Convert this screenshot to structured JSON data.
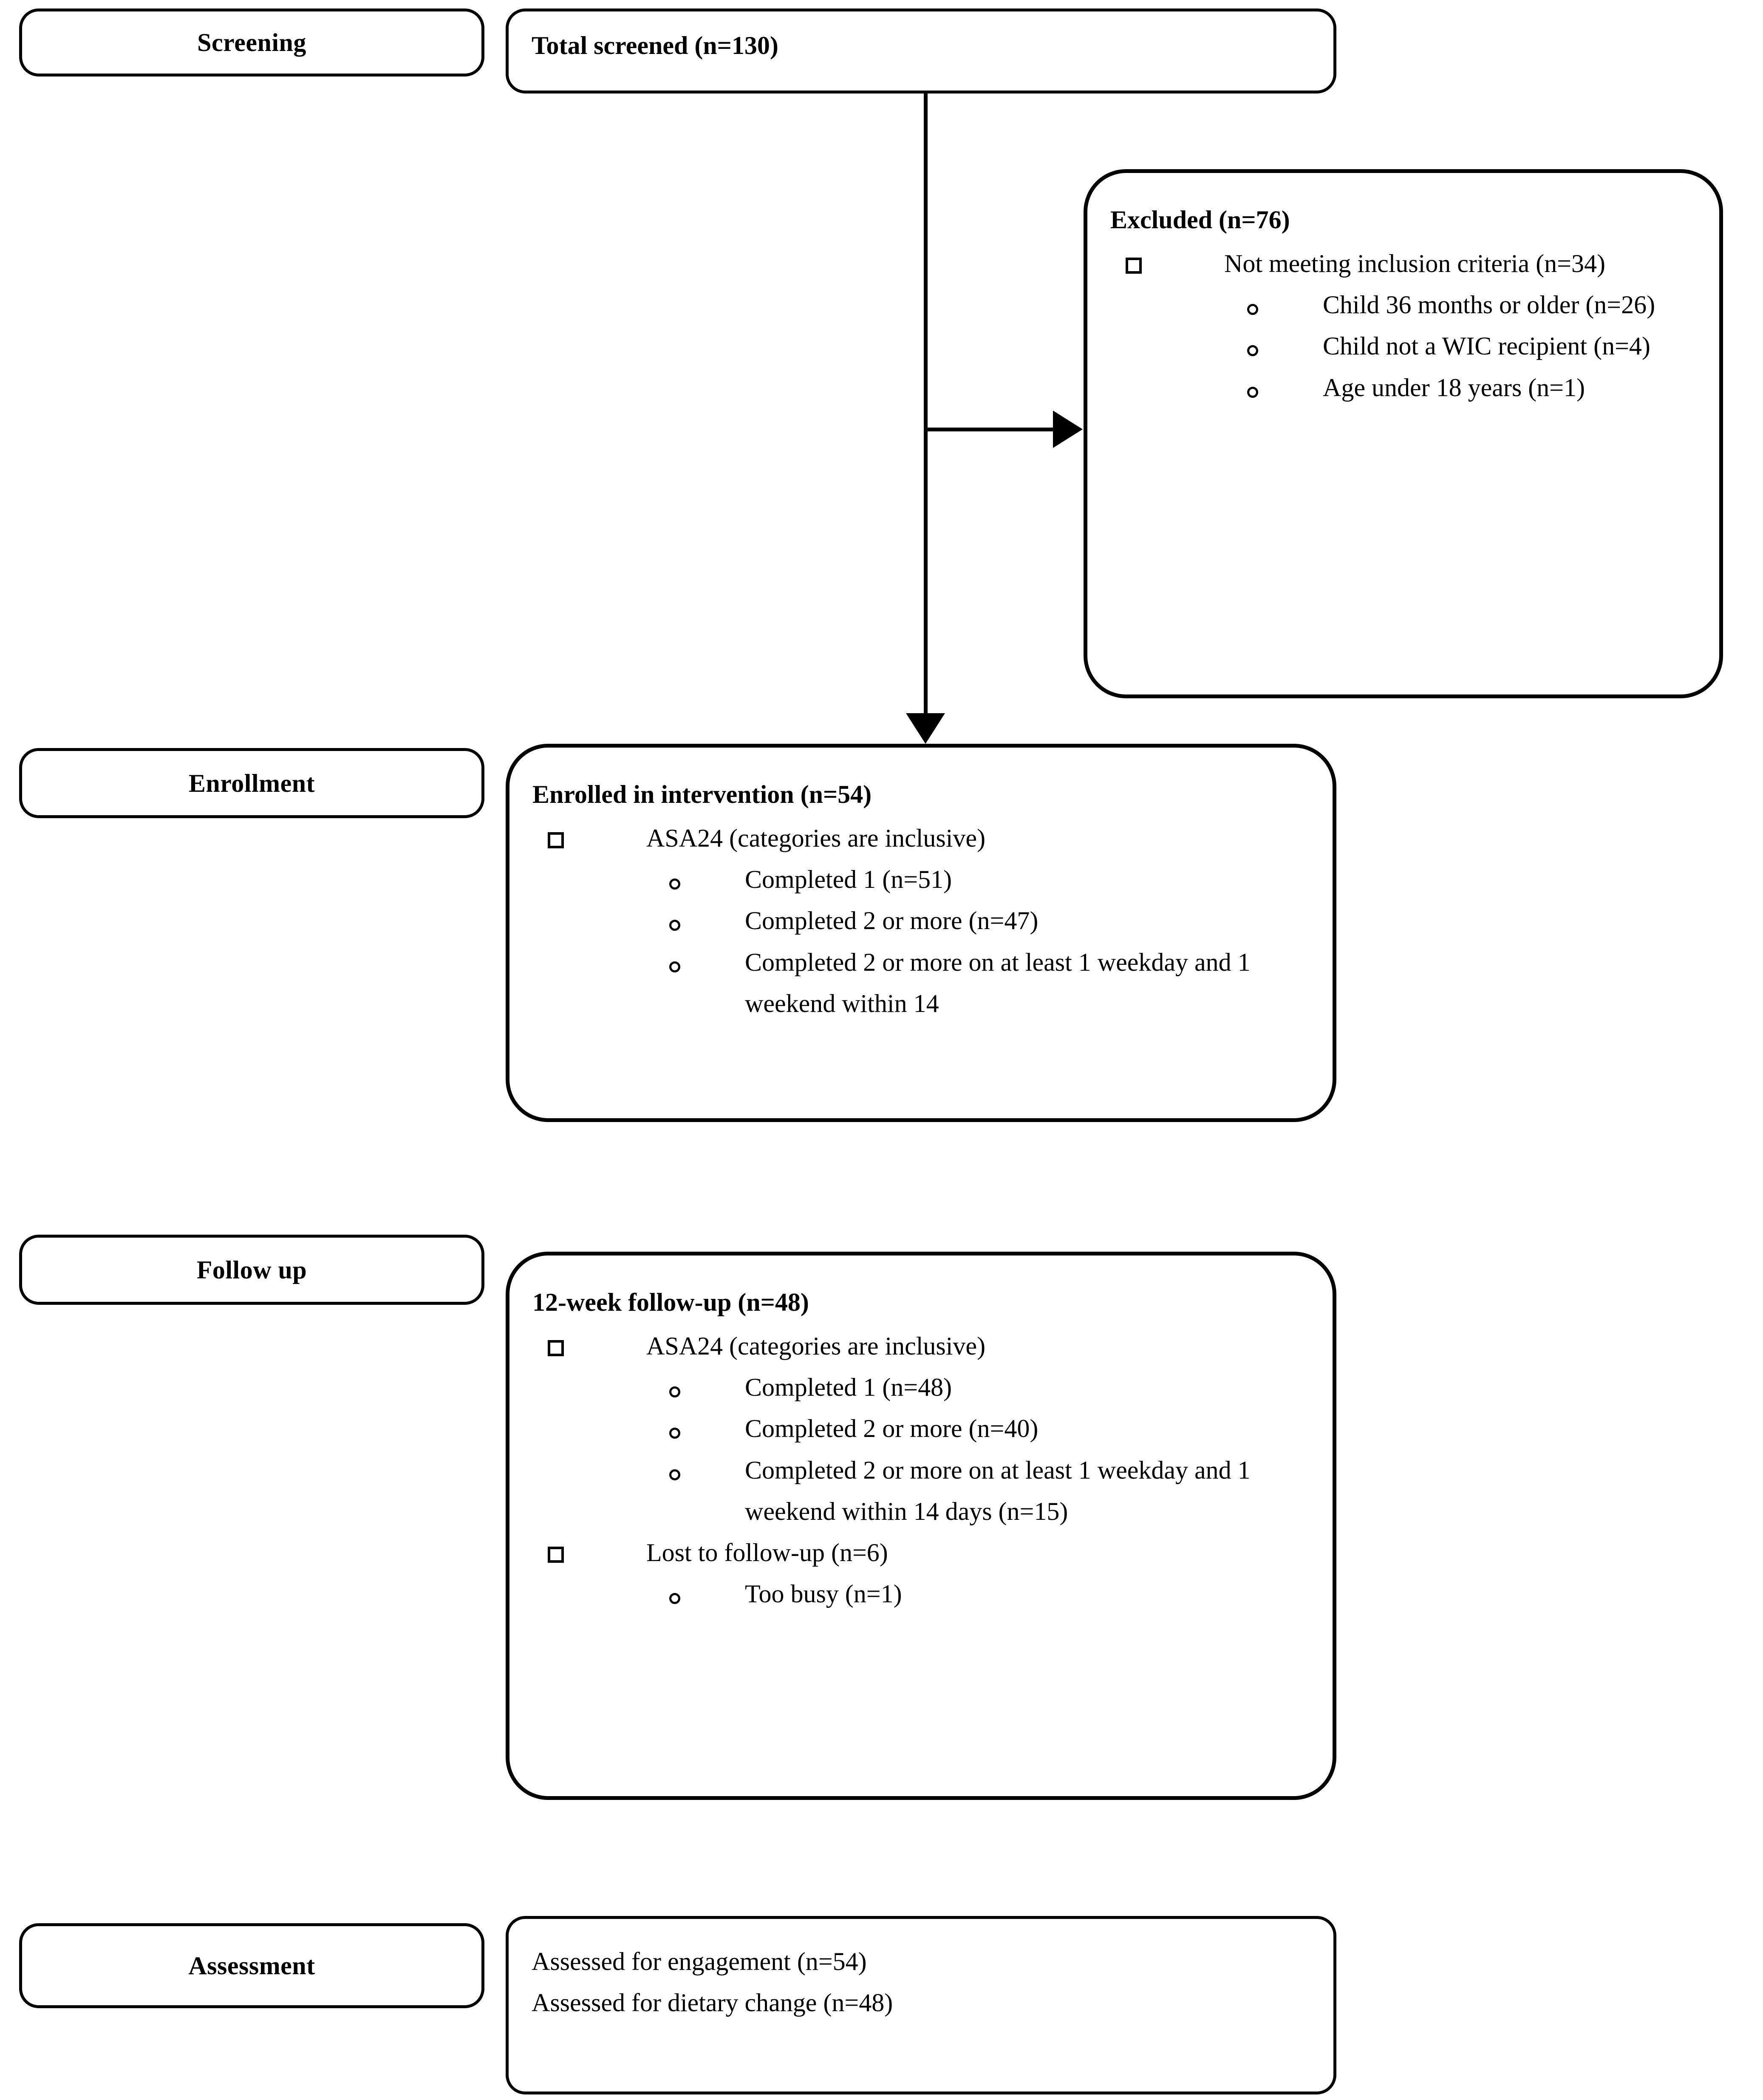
{
  "diagram": {
    "title": "CONSORT-style participant flow diagram",
    "stages": [
      {
        "id": "screening",
        "label": "Screening"
      },
      {
        "id": "enrollment",
        "label": "Enrollment"
      },
      {
        "id": "followup",
        "label": "Follow up"
      },
      {
        "id": "assessment",
        "label": "Assessment"
      }
    ],
    "nodes": {
      "total_screened": {
        "title": "Total screened (n=130)"
      },
      "excluded": {
        "title": "Excluded (n=76)",
        "items": [
          {
            "level": 1,
            "bullet": "square",
            "text": "Not meeting inclusion criteria (n=34)"
          },
          {
            "level": 2,
            "bullet": "circle",
            "text": "Child 36 months or older (n=26)"
          },
          {
            "level": 2,
            "bullet": "circle",
            "text": "Child not a WIC recipient (n=4)"
          },
          {
            "level": 2,
            "bullet": "circle",
            "text": "Age under 18 years (n=1)"
          }
        ]
      },
      "enrolled": {
        "title": "Enrolled in intervention (n=54)",
        "items": [
          {
            "level": 1,
            "bullet": "square",
            "text": "ASA24 (categories are inclusive)"
          },
          {
            "level": 2,
            "bullet": "circle",
            "text": "Completed 1 (n=51)"
          },
          {
            "level": 2,
            "bullet": "circle",
            "text": "Completed 2 or more (n=47)"
          },
          {
            "level": 2,
            "bullet": "circle",
            "text": "Completed 2 or more on at least 1 weekday and 1 weekend within 14"
          }
        ]
      },
      "followup_12week": {
        "title": "12-week follow-up (n=48)",
        "items": [
          {
            "level": 1,
            "bullet": "square",
            "text": "ASA24 (categories are inclusive)"
          },
          {
            "level": 2,
            "bullet": "circle",
            "text": "Completed 1 (n=48)"
          },
          {
            "level": 2,
            "bullet": "circle",
            "text": "Completed 2 or more (n=40)"
          },
          {
            "level": 2,
            "bullet": "circle",
            "text": "Completed 2 or more on at least 1 weekday and 1 weekend within 14 days (n=15)"
          },
          {
            "level": 1,
            "bullet": "square",
            "text": "Lost to follow-up (n=6)"
          },
          {
            "level": 2,
            "bullet": "circle",
            "text": "Too busy (n=1)"
          }
        ]
      },
      "assessed": {
        "lines": [
          "Assessed for engagement (n=54)",
          "Assessed for dietary change (n=48)"
        ]
      }
    },
    "connectors": [
      {
        "id": "screened-to-enrolled",
        "type": "vertical-arrow-down"
      },
      {
        "id": "screened-to-excluded",
        "type": "horizontal-arrow-right"
      }
    ],
    "colors": {
      "stroke": "#000000",
      "background": "#ffffff",
      "text": "#000000"
    }
  }
}
